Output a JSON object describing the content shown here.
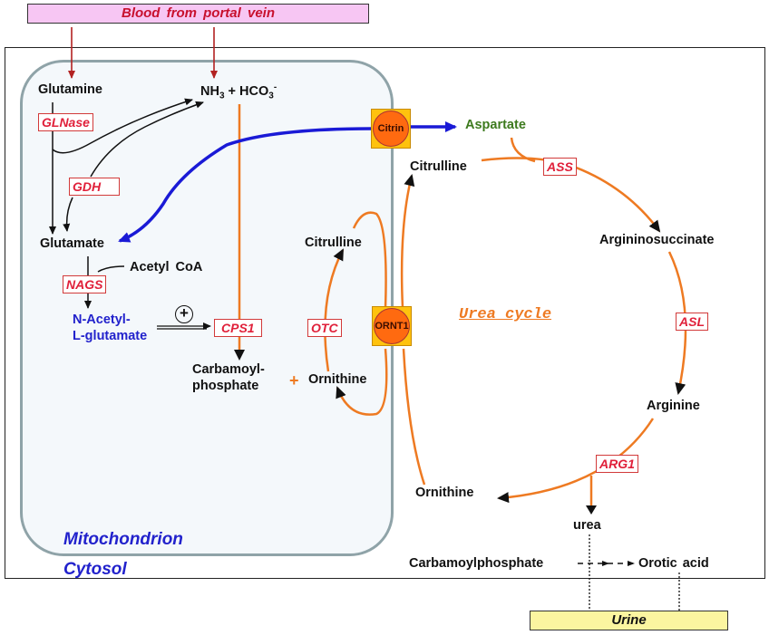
{
  "header": {
    "banner": "Blood from portal vein"
  },
  "regions": {
    "mitochondrion": "Mitochondrion",
    "cytosol": "Cytosol",
    "cycle_title": "Urea cycle"
  },
  "metabolites": {
    "glutamine": "Glutamine",
    "nh3": "NH",
    "nh3_sub": "3",
    "plus_hco3": " + HCO",
    "hco3_sub": "3",
    "hco3_sup": "-",
    "glutamate": "Glutamate",
    "acetyl_coa": "Acetyl  CoA",
    "nag_line1": "N-Acetyl-",
    "nag_line2": "L-glutamate",
    "carbamoyl_line1": "Carbamoyl-",
    "carbamoyl_line2": "phosphate",
    "citrulline_mito": "Citrulline",
    "ornithine_mito": "Ornithine",
    "aspartate": "Aspartate",
    "citrulline_cyto": "Citrulline",
    "argininosuccinate": "Argininosuccinate",
    "arginine": "Arginine",
    "ornithine_cyto": "Ornithine",
    "urea": "urea",
    "carbamoylphosphate_cyto": "Carbamoylphosphate",
    "orotic_acid": "Orotic  acid"
  },
  "enzymes": {
    "glnase": "GLNase",
    "gdh": "GDH",
    "nags": "NAGS",
    "cps1": "CPS1",
    "otc": "OTC",
    "ass": "ASS",
    "asl": "ASL",
    "arg1": "ARG1"
  },
  "transporters": {
    "citrin": "Citrin",
    "ornt1": "ORNT1"
  },
  "symbols": {
    "activation": "+",
    "orange_plus": "+"
  },
  "footer": {
    "urine": "Urine"
  },
  "colors": {
    "cycle": "#ee7a22",
    "enzyme_text": "#e0203a",
    "transport_blue": "#1a1ad6",
    "blood_arrow": "#b22222",
    "aspartate": "#3d7a1e"
  }
}
